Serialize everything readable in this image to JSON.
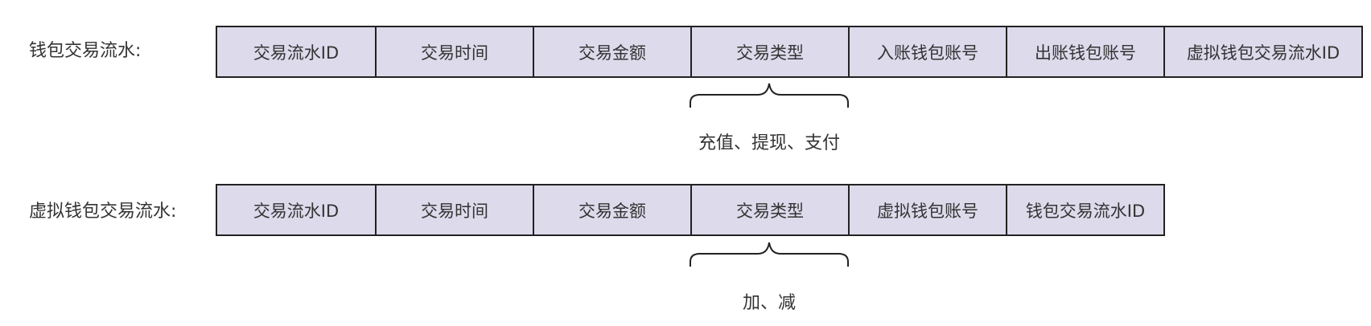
{
  "colors": {
    "cell_fill": "#dddaeb",
    "border": "#222222",
    "text": "#333333"
  },
  "rows": [
    {
      "label": "钱包交易流水:",
      "cells": [
        "交易流水ID",
        "交易时间",
        "交易金额",
        "交易类型",
        "入账钱包账号",
        "出账钱包账号",
        "虚拟钱包交易流水ID"
      ],
      "brace_note": "充值、提现、支付"
    },
    {
      "label": "虚拟钱包交易流水:",
      "cells": [
        "交易流水ID",
        "交易时间",
        "交易金额",
        "交易类型",
        "虚拟钱包账号",
        "钱包交易流水ID"
      ],
      "brace_note": "加、减"
    }
  ]
}
